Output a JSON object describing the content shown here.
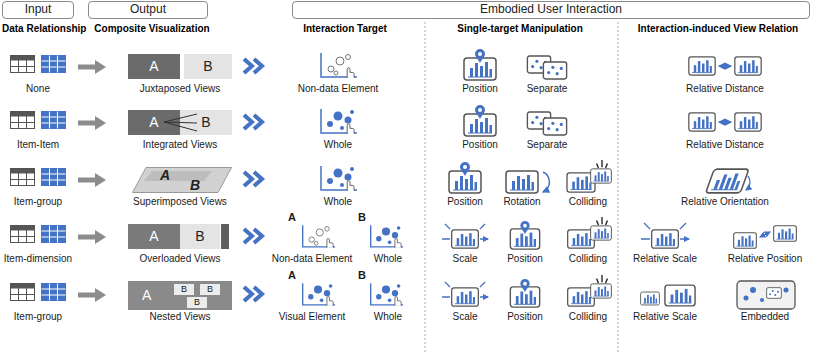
{
  "diagram": {
    "nodes": [
      {
        "text": [
          "Input"
        ]
      },
      {
        "text": [
          "Output"
        ]
      },
      {
        "text": [
          "Embodied User Interaction"
        ]
      },
      {
        "text": [
          "A"
        ]
      },
      {
        "text": [
          "B"
        ]
      },
      {
        "text": [
          "A"
        ]
      },
      {
        "text": [
          "B"
        ]
      },
      {
        "text": [
          "A",
          "B"
        ]
      },
      {
        "text": [
          "A"
        ]
      },
      {
        "text": [
          "B"
        ]
      },
      {
        "text": [
          "A"
        ]
      },
      {
        "text": [
          "B"
        ],
        "in": 10
      },
      {
        "text": [
          "B"
        ],
        "in": 10
      },
      {
        "text": [
          "B"
        ],
        "in": 10
      }
    ],
    "labels": [
      "Data Relationship",
      "Composite Visualization",
      "Interaction Target",
      "Single-target Manipulation",
      "Interaction-induced View Relation",
      "None",
      "Juxtaposed Views",
      "Non-data Element",
      "Position",
      "Separate",
      "Relative Distance",
      "Item-Item",
      "Integrated Views",
      "Whole",
      "Position",
      "Separate",
      "Relative Distance",
      "Item-group",
      "Superimposed Views",
      "Whole",
      "Position",
      "Rotation",
      "Colliding",
      "Relative Orientation",
      "Item-dimension",
      "Overloaded Views",
      "A",
      "B",
      "Non-data Element",
      "Whole",
      "Scale",
      "Position",
      "Colliding",
      "Relative Scale",
      "Relative Position",
      "Item-group",
      "Nested Views",
      "A",
      "B",
      "Visual Element",
      "Whole",
      "Scale",
      "Position",
      "Colliding",
      "Relative Scale",
      "Embedded"
    ]
  }
}
